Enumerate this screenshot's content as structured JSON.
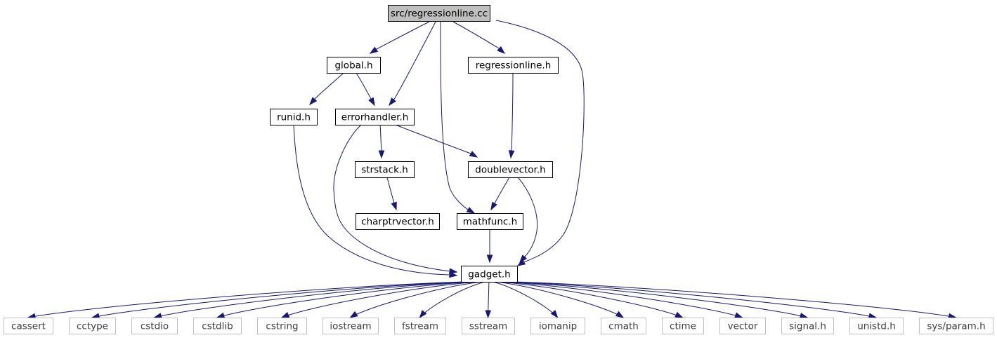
{
  "colors": {
    "edge": "#191970",
    "root_fill": "#bfbfbf",
    "node_border": "#000000",
    "system_border": "#bfbfbf",
    "system_text": "#404040"
  },
  "nodes": [
    {
      "id": "regressionline_cc",
      "label": "src/regressionline.cc",
      "kind": "root"
    },
    {
      "id": "global_h",
      "label": "global.h",
      "kind": "local"
    },
    {
      "id": "regressionline_h",
      "label": "regressionline.h",
      "kind": "local"
    },
    {
      "id": "runid_h",
      "label": "runid.h",
      "kind": "local"
    },
    {
      "id": "errorhandler_h",
      "label": "errorhandler.h",
      "kind": "local"
    },
    {
      "id": "strstack_h",
      "label": "strstack.h",
      "kind": "local"
    },
    {
      "id": "doublevector_h",
      "label": "doublevector.h",
      "kind": "local"
    },
    {
      "id": "charptrvector_h",
      "label": "charptrvector.h",
      "kind": "local"
    },
    {
      "id": "mathfunc_h",
      "label": "mathfunc.h",
      "kind": "local"
    },
    {
      "id": "gadget_h",
      "label": "gadget.h",
      "kind": "local"
    },
    {
      "id": "cassert",
      "label": "cassert",
      "kind": "system"
    },
    {
      "id": "cctype",
      "label": "cctype",
      "kind": "system"
    },
    {
      "id": "cstdio",
      "label": "cstdio",
      "kind": "system"
    },
    {
      "id": "cstdlib",
      "label": "cstdlib",
      "kind": "system"
    },
    {
      "id": "cstring",
      "label": "cstring",
      "kind": "system"
    },
    {
      "id": "iostream",
      "label": "iostream",
      "kind": "system"
    },
    {
      "id": "fstream",
      "label": "fstream",
      "kind": "system"
    },
    {
      "id": "sstream",
      "label": "sstream",
      "kind": "system"
    },
    {
      "id": "iomanip",
      "label": "iomanip",
      "kind": "system"
    },
    {
      "id": "cmath",
      "label": "cmath",
      "kind": "system"
    },
    {
      "id": "ctime",
      "label": "ctime",
      "kind": "system"
    },
    {
      "id": "vector",
      "label": "vector",
      "kind": "system"
    },
    {
      "id": "signal_h",
      "label": "signal.h",
      "kind": "system"
    },
    {
      "id": "unistd_h",
      "label": "unistd.h",
      "kind": "system"
    },
    {
      "id": "sys_param_h",
      "label": "sys/param.h",
      "kind": "system"
    }
  ],
  "edges": [
    {
      "from": "regressionline_cc",
      "to": "global_h"
    },
    {
      "from": "regressionline_cc",
      "to": "errorhandler_h"
    },
    {
      "from": "regressionline_cc",
      "to": "mathfunc_h"
    },
    {
      "from": "regressionline_cc",
      "to": "regressionline_h"
    },
    {
      "from": "regressionline_cc",
      "to": "gadget_h"
    },
    {
      "from": "global_h",
      "to": "runid_h"
    },
    {
      "from": "global_h",
      "to": "errorhandler_h"
    },
    {
      "from": "runid_h",
      "to": "gadget_h"
    },
    {
      "from": "errorhandler_h",
      "to": "strstack_h"
    },
    {
      "from": "errorhandler_h",
      "to": "doublevector_h"
    },
    {
      "from": "errorhandler_h",
      "to": "gadget_h"
    },
    {
      "from": "regressionline_h",
      "to": "doublevector_h"
    },
    {
      "from": "strstack_h",
      "to": "charptrvector_h"
    },
    {
      "from": "doublevector_h",
      "to": "mathfunc_h"
    },
    {
      "from": "doublevector_h",
      "to": "gadget_h"
    },
    {
      "from": "mathfunc_h",
      "to": "gadget_h"
    },
    {
      "from": "gadget_h",
      "to": "cassert"
    },
    {
      "from": "gadget_h",
      "to": "cctype"
    },
    {
      "from": "gadget_h",
      "to": "cstdio"
    },
    {
      "from": "gadget_h",
      "to": "cstdlib"
    },
    {
      "from": "gadget_h",
      "to": "cstring"
    },
    {
      "from": "gadget_h",
      "to": "iostream"
    },
    {
      "from": "gadget_h",
      "to": "fstream"
    },
    {
      "from": "gadget_h",
      "to": "sstream"
    },
    {
      "from": "gadget_h",
      "to": "iomanip"
    },
    {
      "from": "gadget_h",
      "to": "cmath"
    },
    {
      "from": "gadget_h",
      "to": "ctime"
    },
    {
      "from": "gadget_h",
      "to": "vector"
    },
    {
      "from": "gadget_h",
      "to": "signal_h"
    },
    {
      "from": "gadget_h",
      "to": "unistd_h"
    },
    {
      "from": "gadget_h",
      "to": "sys_param_h"
    }
  ]
}
